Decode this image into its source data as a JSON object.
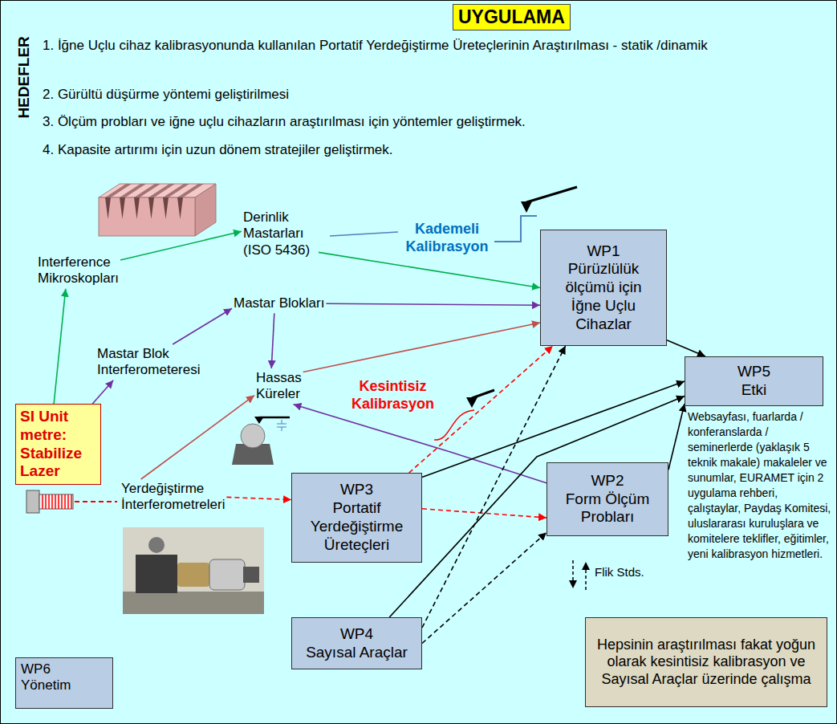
{
  "diagram": {
    "title": "UYGULAMA",
    "nodes": [
      {
        "text": [
          "Derinlik Mastarları (ISO 5436)"
        ]
      },
      {
        "text": [
          "WP1",
          "Pürüzlülük ölçümü için İğne Uçlu Cihazlar"
        ]
      },
      {
        "text": [
          "Interference Mikroskopları"
        ]
      },
      {
        "text": [
          "Mastar Blokları"
        ]
      },
      {
        "text": [
          "Mastar Blok Interferometeresi"
        ]
      },
      {
        "text": [
          "Hassas Küreler"
        ]
      },
      {
        "text": [
          "WP5",
          "Etki"
        ]
      },
      {
        "text": [
          "SI Unit metre: Stabilize Lazer"
        ]
      },
      {
        "text": [
          "WP2",
          "Form Ölçüm Probları"
        ]
      },
      {
        "text": [
          "Yerdeğiştirme İnterferometreleri"
        ]
      },
      {
        "text": [
          "WP3",
          "Portatif Yerdeğiştirme Üreteçleri"
        ]
      },
      {
        "text": [
          "WP4",
          "Sayısal Araçlar"
        ]
      },
      {
        "text": [
          "WP6",
          "Yönetim"
        ]
      },
      {
        "text": [
          "Hepsinin araştırılması fakat yoğun olarak kesintisiz kalibrasyon ve Sayısal Araçlar üzerinde çalışma"
        ]
      }
    ],
    "edges": [
      {
        "from": 7,
        "to": 2,
        "arrow": "to"
      },
      {
        "from": 2,
        "to": 0,
        "arrow": "to"
      },
      {
        "from": 0,
        "to": 1,
        "arrow": "to"
      },
      {
        "from": 7,
        "to": 4,
        "arrow": "to"
      },
      {
        "from": 4,
        "to": 3,
        "arrow": "to"
      },
      {
        "from": 3,
        "to": 1,
        "arrow": "to"
      },
      {
        "from": 3,
        "to": 5,
        "arrow": "to"
      },
      {
        "from": 5,
        "to": 1,
        "arrow": "to"
      },
      {
        "from": 9,
        "to": 5,
        "arrow": "to"
      },
      {
        "from": 8,
        "to": 5,
        "arrow": "to"
      },
      {
        "from": 9,
        "to": 10,
        "arrow": "to"
      },
      {
        "from": 10,
        "to": 1,
        "arrow": "to"
      },
      {
        "from": 10,
        "to": 8,
        "arrow": "to"
      },
      {
        "from": 10,
        "to": 6,
        "arrow": "to"
      },
      {
        "from": 8,
        "to": 6,
        "arrow": "to"
      },
      {
        "from": 1,
        "to": 6,
        "arrow": "to"
      },
      {
        "from": 11,
        "to": 6,
        "arrow": "to"
      },
      {
        "from": 11,
        "to": 1,
        "arrow": "to"
      },
      {
        "from": 11,
        "to": 8,
        "arrow": "to"
      }
    ],
    "labels": [
      "HEDEFLER",
      "1. İğne Uçlu cihaz kalibrasyonunda kullanılan Portatif Yerdeğiştirme Üreteçlerinin Araştırılması - statik /dinamik",
      "2. Gürültü düşürme yöntemi geliştirilmesi",
      "3. Ölçüm probları ve iğne uçlu cihazların araştırılması için yöntemler geliştirmek.",
      "4. Kapasite artırımı için uzun dönem stratejiler geliştirmek.",
      "Kademeli Kalibrasyon",
      "Kesintisiz Kalibrasyon",
      "Websayfası, fuarlarda / konferanslarda / seminerlerde (yaklaşık 5 teknik makale) makaleler ve sunumlar, EURAMET için 2 uygulama rehberi, çalıştaylar, Paydaş Komitesi, uluslararası kuruluşlara ve komitelere teklifler, eğitimler, yeni kalibrasyon hizmetleri.",
      "Flik Stds."
    ]
  }
}
